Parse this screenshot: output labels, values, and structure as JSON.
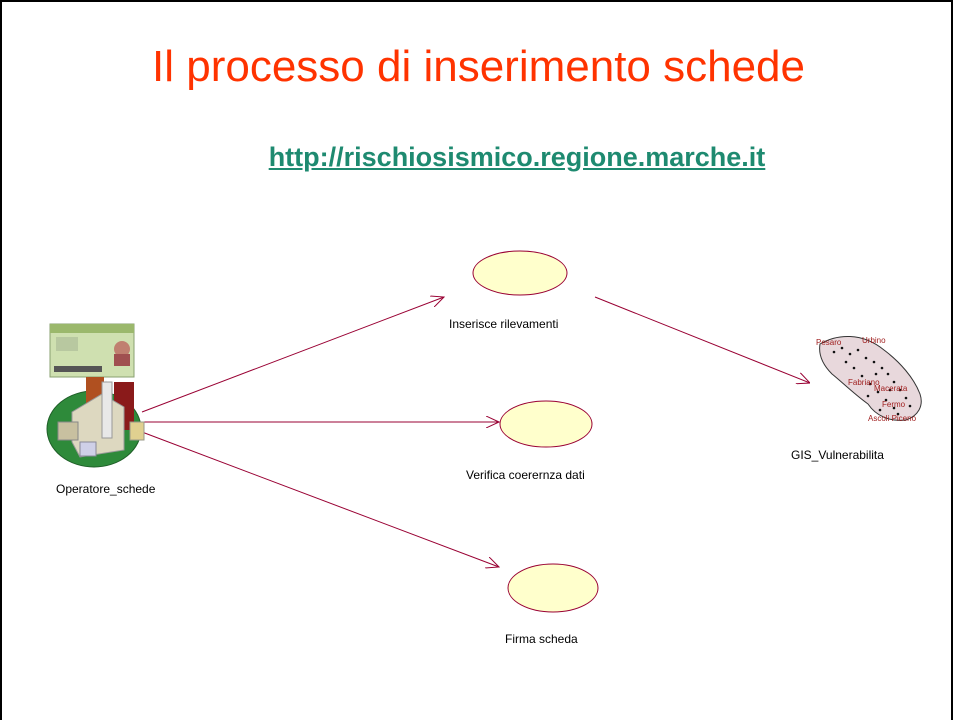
{
  "slide": {
    "title": "Il processo di inserimento schede",
    "url": "http://rischiosismico.regione.marche.it"
  },
  "actors": {
    "operator": {
      "label": "Operatore_schede",
      "icon": "building-icon"
    },
    "gis": {
      "label": "GIS_Vulnerabilita",
      "icon": "map-icon"
    }
  },
  "map_towns": [
    "Pesaro",
    "Urbino",
    "Fabriano",
    "Macerata",
    "Fermo",
    "Ascoli Piceno"
  ],
  "use_cases": [
    {
      "label": "Inserisce rilevamenti"
    },
    {
      "label": "Verifica coerernza dati"
    },
    {
      "label": "Firma scheda"
    }
  ],
  "colors": {
    "title": "#ff3300",
    "link": "#1e8a70",
    "usecase_fill": "#ffffcc",
    "connector": "#990033"
  }
}
